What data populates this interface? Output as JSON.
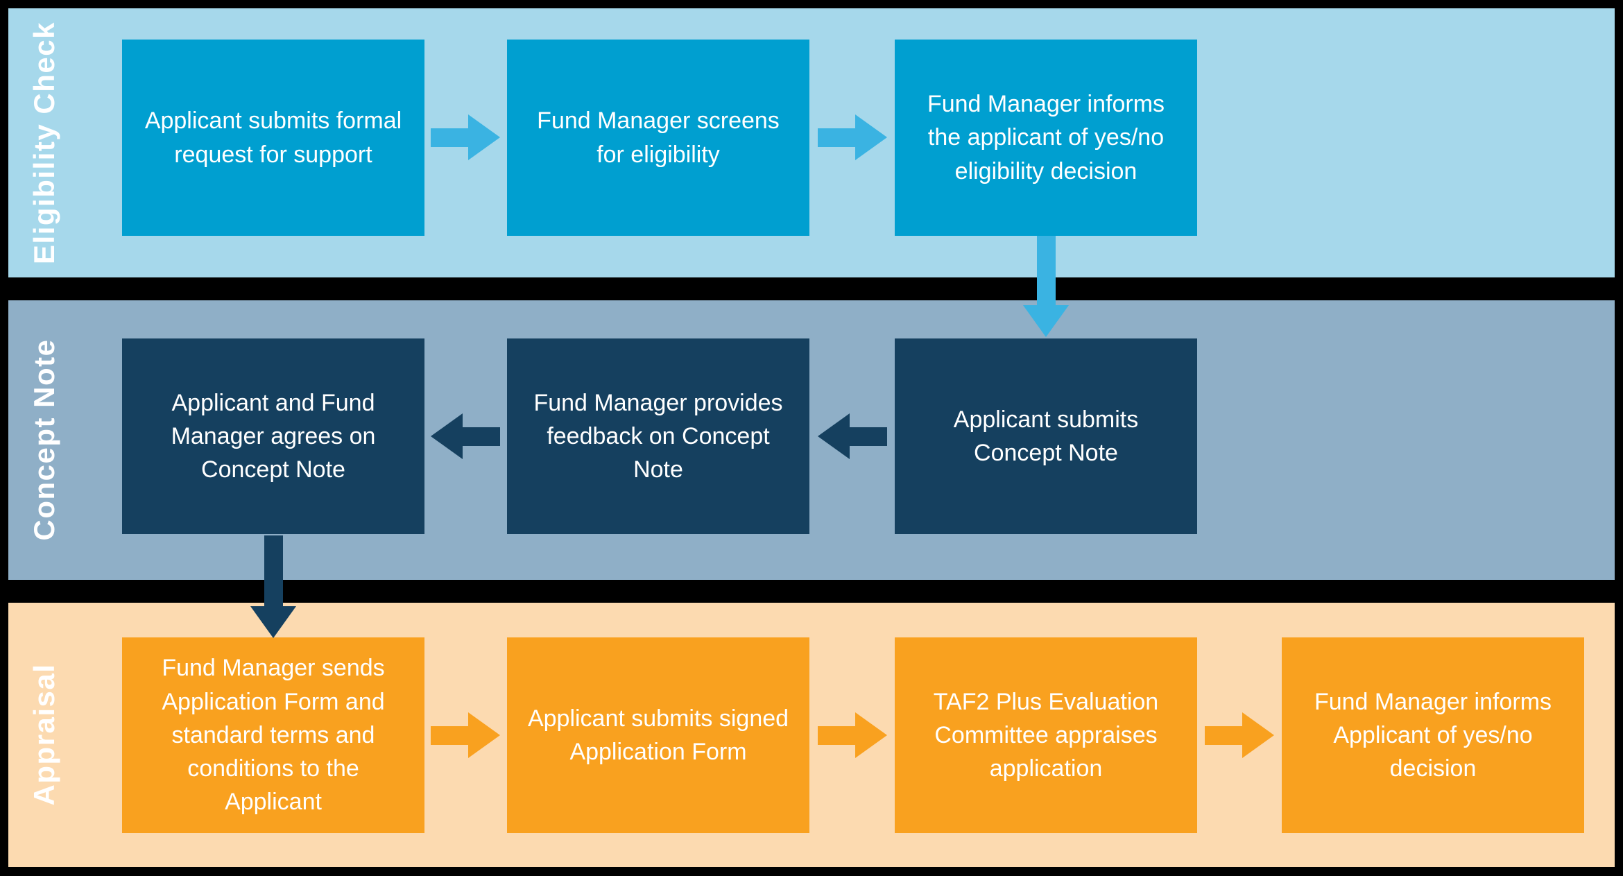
{
  "colors": {
    "page-bg": "#000000",
    "text": "#ffffff",
    "band1-bg": "#a6d8eb",
    "band1-box": "#009fd0",
    "band1-arrow": "#3ab3e2",
    "band2-bg": "#8fafc7",
    "band2-box": "#15405f",
    "band2-arrow": "#15405f",
    "band3-bg": "#fcdab0",
    "band3-box": "#f9a11f",
    "band3-arrow": "#f9a11f"
  },
  "bands": [
    {
      "label": "Eligibility Check",
      "boxes": [
        "Applicant submits formal request for support",
        "Fund Manager screens for eligibility",
        "Fund Manager informs the applicant of yes/no eligibility decision"
      ]
    },
    {
      "label": "Concept Note",
      "boxes": [
        "Applicant and Fund Manager agrees on Concept Note",
        "Fund Manager provides feedback on Concept Note",
        "Applicant submits Concept Note"
      ]
    },
    {
      "label": "Appraisal",
      "boxes": [
        "Fund Manager sends Application Form and standard terms and conditions to the Applicant",
        "Applicant submits signed Application Form",
        "TAF2 Plus Evaluation Committee appraises application",
        "Fund Manager informs Applicant of yes/no decision"
      ]
    }
  ]
}
